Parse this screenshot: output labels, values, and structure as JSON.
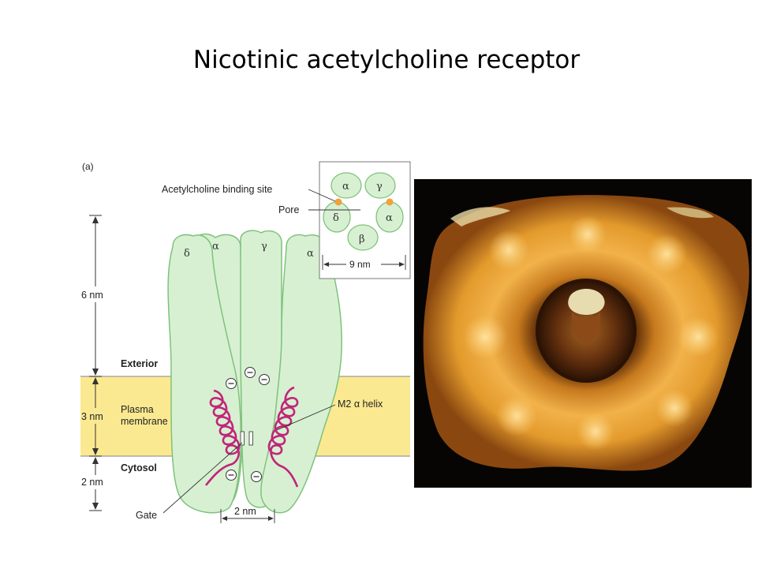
{
  "slide": {
    "title": "Nicotinic acetylcholine receptor"
  },
  "diagram": {
    "panel_label": "(a)",
    "callouts": {
      "binding_site": "Acetylcholine binding site",
      "pore": "Pore",
      "helix": "M2 α helix",
      "gate": "Gate"
    },
    "top_view": {
      "subunits": [
        "α",
        "γ",
        "δ",
        "α",
        "β"
      ],
      "width": "9 nm"
    },
    "side_view": {
      "subunits": [
        "δ",
        "α",
        "γ",
        "α"
      ],
      "charge_symbol": "⊖",
      "pore_width": "2 nm"
    },
    "regions": {
      "exterior": "Exterior",
      "plasma_membrane": [
        "Plasma",
        "membrane"
      ],
      "cytosol": "Cytosol"
    },
    "dimensions": [
      "6 nm",
      "3 nm",
      "2 nm"
    ],
    "colors": {
      "membrane": "#fbe991",
      "membrane_edge": "#9a9a9a",
      "subunit_fill": "#d7f0d2",
      "subunit_edge": "#7fc27c",
      "helix": "#c0267a",
      "binding_site": "#f2a23a"
    }
  },
  "photo": {
    "colors": {
      "background": "#070504",
      "ring_light": "#ffd47a",
      "ring_mid": "#e39a2c",
      "ring_dark": "#7a3a08"
    }
  }
}
